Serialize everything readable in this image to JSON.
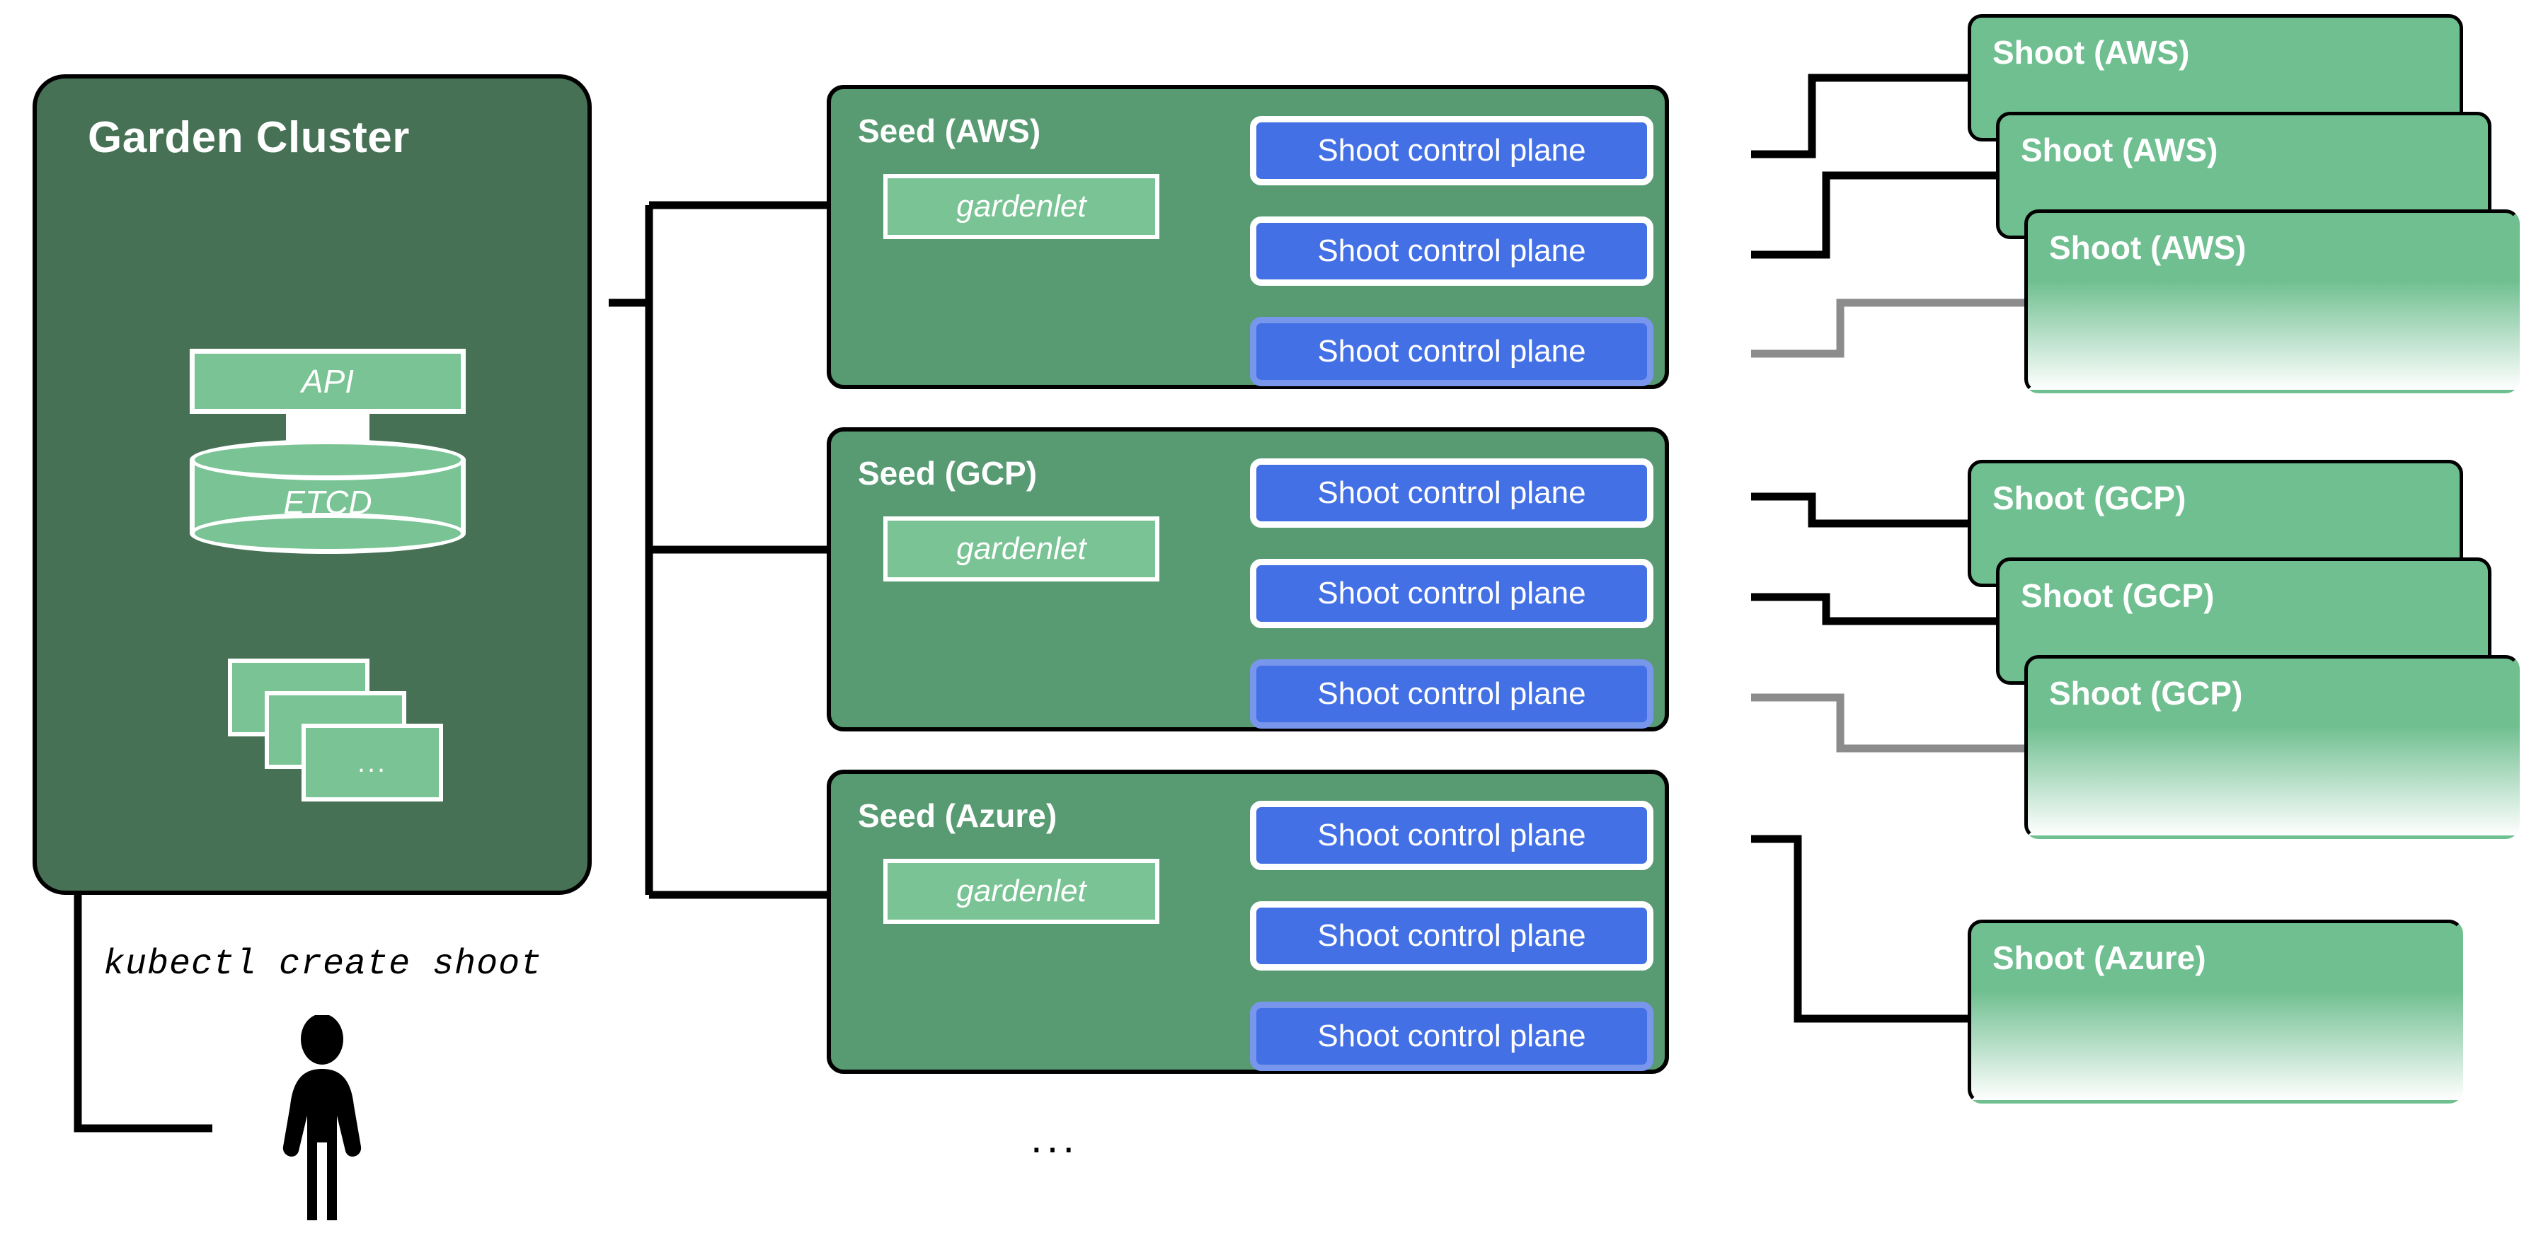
{
  "garden": {
    "title": "Garden Cluster",
    "api_label": "API",
    "etcd_label": "ETCD",
    "stack_ellipsis": "...",
    "kubectl_command": "kubectl create shoot",
    "person_icon": "user-icon"
  },
  "seeds": [
    {
      "title": "Seed (AWS)",
      "gardenlet": "gardenlet",
      "control_planes": [
        "Shoot control plane",
        "Shoot control plane",
        "Shoot control plane"
      ]
    },
    {
      "title": "Seed (GCP)",
      "gardenlet": "gardenlet",
      "control_planes": [
        "Shoot control plane",
        "Shoot control plane",
        "Shoot control plane"
      ]
    },
    {
      "title": "Seed (Azure)",
      "gardenlet": "gardenlet",
      "control_planes": [
        "Shoot control plane",
        "Shoot control plane",
        "Shoot control plane"
      ]
    }
  ],
  "shoots": {
    "aws": [
      "Shoot (AWS)",
      "Shoot (AWS)",
      "Shoot (AWS)"
    ],
    "gcp": [
      "Shoot (GCP)",
      "Shoot (GCP)",
      "Shoot (GCP)"
    ],
    "azure": [
      "Shoot (Azure)"
    ]
  },
  "bottom_ellipsis": "...",
  "colors": {
    "garden_cluster_green": "#477155",
    "seed_green": "#589B72",
    "light_green": "#79C394",
    "shoot_green": "#6FBF90",
    "control_plane_blue": "#4470E5",
    "connector_black": "#000000",
    "connector_gray": "#8C8C8C",
    "white": "#FFFFFF"
  }
}
